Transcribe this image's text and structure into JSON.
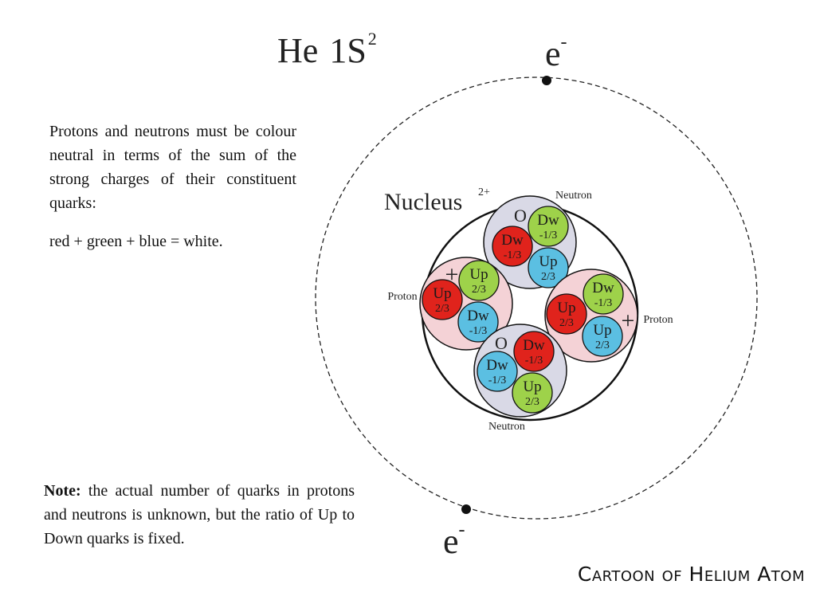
{
  "title": {
    "element": "He",
    "state": "1S",
    "state_superscript": "2"
  },
  "description": {
    "paragraph": "Protons and neutrons must be colour neutral in terms of the sum of the strong charges of their constituent quarks:",
    "equation": "red + green + blue = white."
  },
  "note": {
    "label": "Note:",
    "text": "the actual number of quarks in protons and neutrons is unknown, but the ratio of Up to Down quarks is fixed."
  },
  "caption": "Cartoon of Helium Atom",
  "electron": {
    "symbol": "e",
    "charge": "-"
  },
  "nucleus": {
    "label": "Nucleus",
    "charge": "2+"
  },
  "colors": {
    "red_quark": "#e0231c",
    "green_quark": "#9ed24a",
    "blue_quark": "#5bbfe2",
    "neutron_fill": "#d9d9e6",
    "proton_fill": "#f4d2d6",
    "outline": "#111111"
  },
  "nucleons": {
    "neutron_top": {
      "label": "Neutron",
      "charge": "O",
      "quarks": [
        {
          "name": "Dw",
          "charge": "-1/3",
          "color": "green"
        },
        {
          "name": "Dw",
          "charge": "-1/3",
          "color": "red"
        },
        {
          "name": "Up",
          "charge": "2/3",
          "color": "blue"
        }
      ]
    },
    "proton_left": {
      "label": "Proton",
      "charge": "+",
      "quarks": [
        {
          "name": "Up",
          "charge": "2/3",
          "color": "green"
        },
        {
          "name": "Up",
          "charge": "2/3",
          "color": "red"
        },
        {
          "name": "Dw",
          "charge": "-1/3",
          "color": "blue"
        }
      ]
    },
    "proton_right": {
      "label": "Proton",
      "charge": "+",
      "quarks": [
        {
          "name": "Dw",
          "charge": "-1/3",
          "color": "green"
        },
        {
          "name": "Up",
          "charge": "2/3",
          "color": "red"
        },
        {
          "name": "Up",
          "charge": "2/3",
          "color": "blue"
        }
      ]
    },
    "neutron_bottom": {
      "label": "Neutron",
      "charge": "O",
      "quarks": [
        {
          "name": "Dw",
          "charge": "-1/3",
          "color": "red"
        },
        {
          "name": "Dw",
          "charge": "-1/3",
          "color": "blue"
        },
        {
          "name": "Up",
          "charge": "2/3",
          "color": "green"
        }
      ]
    }
  }
}
